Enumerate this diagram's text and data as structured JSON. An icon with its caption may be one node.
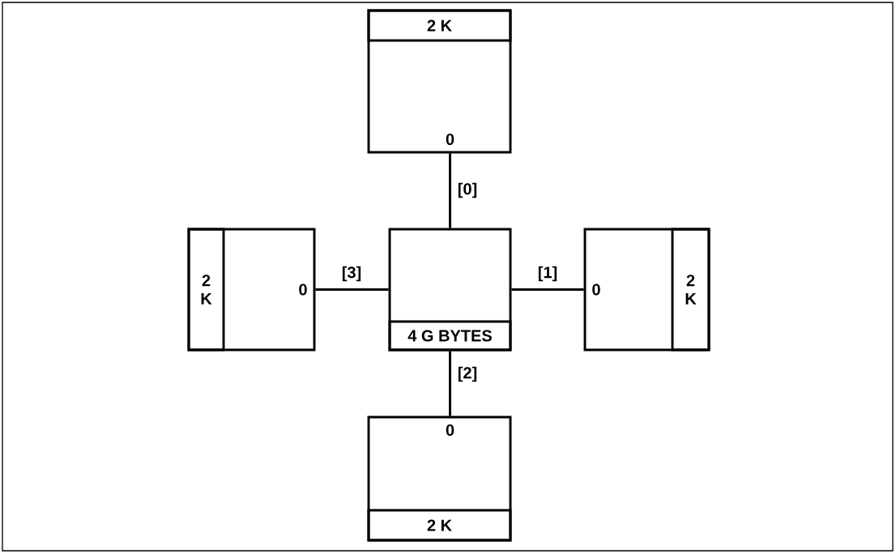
{
  "diagram": {
    "nodes": [
      {
        "text": [
          "2 K",
          "0"
        ]
      },
      {
        "text": [
          "2 K",
          "0"
        ]
      },
      {
        "text": [
          "4 G BYTES"
        ]
      },
      {
        "text": [
          "0",
          "2 K"
        ]
      },
      {
        "text": [
          "0",
          "2 K"
        ]
      }
    ],
    "edges": [
      {
        "from": 2,
        "to": 0,
        "arrow": "none",
        "label": "[0]"
      },
      {
        "from": 2,
        "to": 3,
        "arrow": "none",
        "label": "[1]"
      },
      {
        "from": 2,
        "to": 4,
        "arrow": "none",
        "label": "[2]"
      },
      {
        "from": 2,
        "to": 1,
        "arrow": "none",
        "label": "[3]"
      }
    ]
  }
}
